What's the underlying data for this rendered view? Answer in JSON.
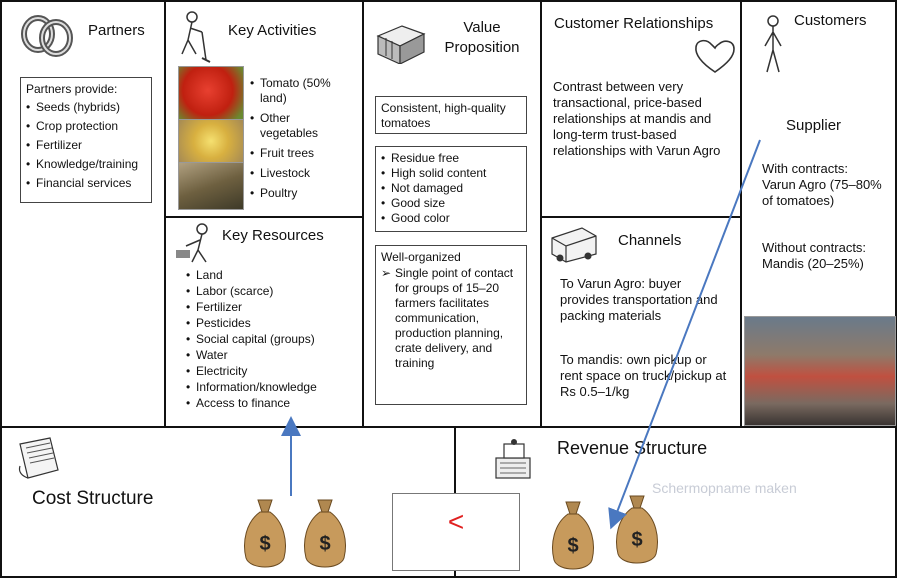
{
  "partners": {
    "title": "Partners",
    "box_heading": "Partners provide:",
    "items": [
      "Seeds (hybrids)",
      "Crop protection",
      "Fertilizer",
      "Knowledge/training",
      "Financial services"
    ]
  },
  "key_activities": {
    "title": "Key Activities",
    "items": [
      "Tomato (50% land)",
      "Other vegetables",
      "Fruit trees",
      "Livestock",
      "Poultry"
    ]
  },
  "key_resources": {
    "title": "Key Resources",
    "items": [
      "Land",
      "Labor (scarce)",
      "Fertilizer",
      "Pesticides",
      "Social capital (groups)",
      "Water",
      "Electricity",
      "Information/knowledge",
      "Access to finance"
    ]
  },
  "value_proposition": {
    "title": "Value Proposition",
    "box1": "Consistent, high-quality tomatoes",
    "box2_items": [
      "Residue free",
      "High solid content",
      "Not damaged",
      "Good size",
      "Good color"
    ],
    "box3_heading": "Well-organized",
    "box3_item": "Single point of contact for groups of 15–20 farmers facilitates communication, production planning, crate delivery, and training"
  },
  "customer_relationships": {
    "title": "Customer Relationships",
    "text": "Contrast between very transactional, price-based relationships at mandis and long-term trust-based relationships with Varun Agro"
  },
  "channels": {
    "title": "Channels",
    "text1": "To Varun Agro: buyer provides transportation and packing materials",
    "text2": "To mandis: own pickup or rent space on truck/pickup at Rs 0.5–1/kg"
  },
  "customers": {
    "title": "Customers",
    "supplier": "Supplier",
    "with_contracts": "With contracts: Varun Agro (75–80% of tomatoes)",
    "without_contracts": "Without contracts: Mandis (20–25%)"
  },
  "cost_structure": {
    "title": "Cost Structure"
  },
  "revenue_structure": {
    "title": "Revenue Structure",
    "watermark": "Schermopname maken"
  },
  "comparison": {
    "symbol": "<",
    "color": "#e02020"
  },
  "colors": {
    "arrow": "#4a78c0",
    "border": "#111111"
  }
}
